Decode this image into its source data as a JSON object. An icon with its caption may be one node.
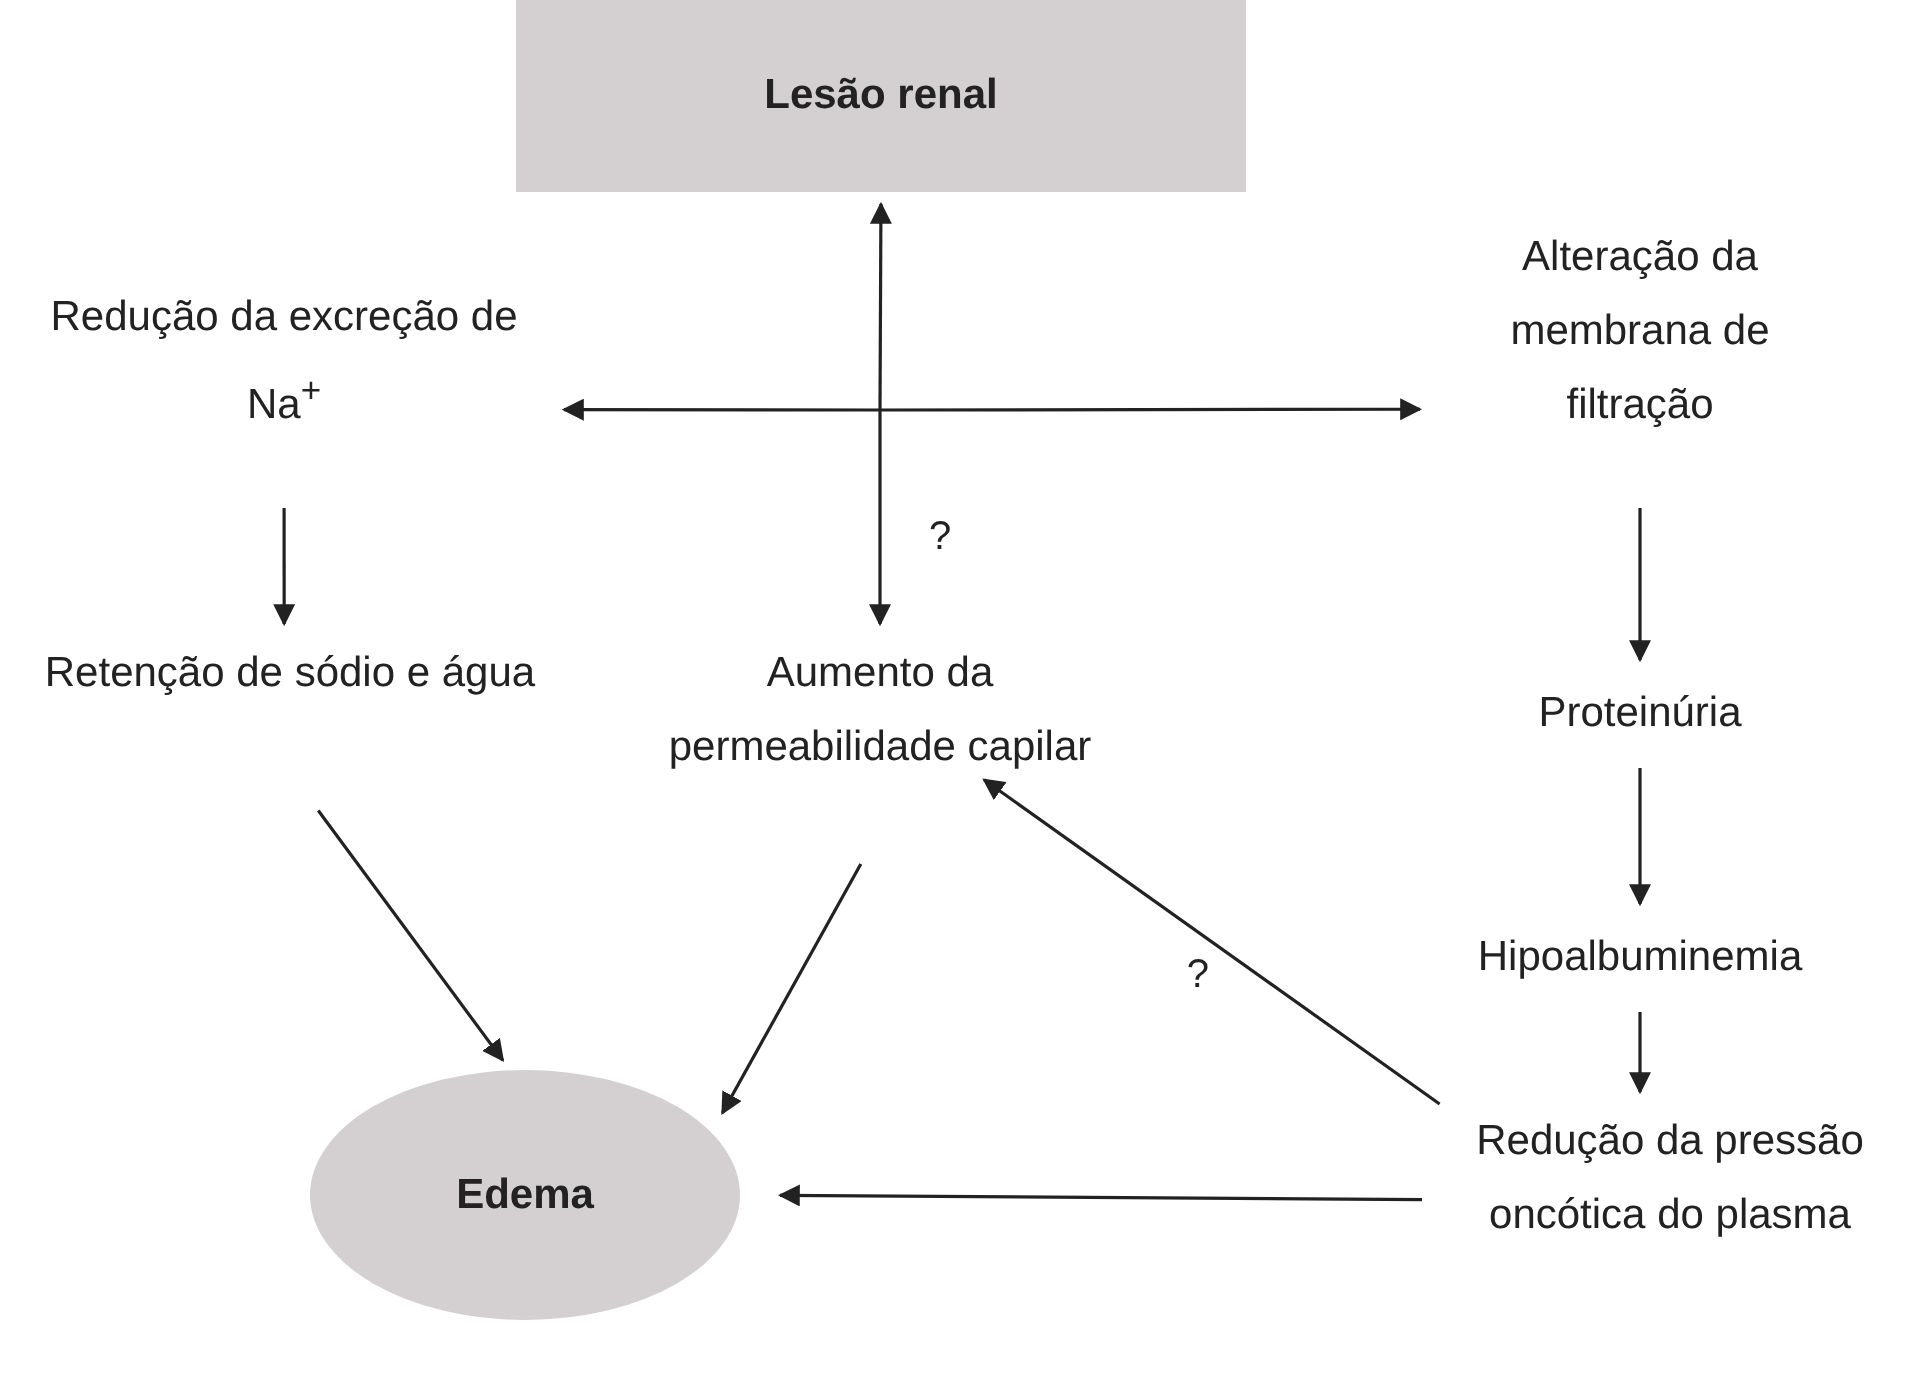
{
  "diagram": {
    "nodes": [
      {
        "text": [
          "Lesão renal"
        ]
      },
      {
        "text": [
          "Redução da excreção de Na$^{+}$"
        ]
      },
      {
        "text": [
          "Alteração da membrana de filtração"
        ]
      },
      {
        "text": [
          "Retenção de sódio e água"
        ]
      },
      {
        "text": [
          "Aumento da permeabilidade capilar"
        ]
      },
      {
        "text": [
          "Proteinúria"
        ]
      },
      {
        "text": [
          "Hipoalbuminemia"
        ]
      },
      {
        "text": [
          "Edema"
        ]
      },
      {
        "text": [
          "Redução da pressão oncótica do plasma"
        ]
      }
    ],
    "edges": [
      {
        "from": null,
        "to": 0,
        "arrow": "to"
      },
      {
        "from": null,
        "to": 1,
        "arrow": "to"
      },
      {
        "from": null,
        "to": 2,
        "arrow": "to"
      },
      {
        "from": null,
        "to": 4,
        "arrow": "to",
        "label": "?"
      },
      {
        "from": 1,
        "to": 3,
        "arrow": "to"
      },
      {
        "from": 2,
        "to": 5,
        "arrow": "to"
      },
      {
        "from": 5,
        "to": 6,
        "arrow": "to"
      },
      {
        "from": 6,
        "to": 8,
        "arrow": "to"
      },
      {
        "from": 3,
        "to": 7,
        "arrow": "to"
      },
      {
        "from": 4,
        "to": 7,
        "arrow": "to"
      },
      {
        "from": 8,
        "to": 4,
        "arrow": "to",
        "label": "?"
      },
      {
        "from": 8,
        "to": 7,
        "arrow": "to"
      }
    ]
  }
}
